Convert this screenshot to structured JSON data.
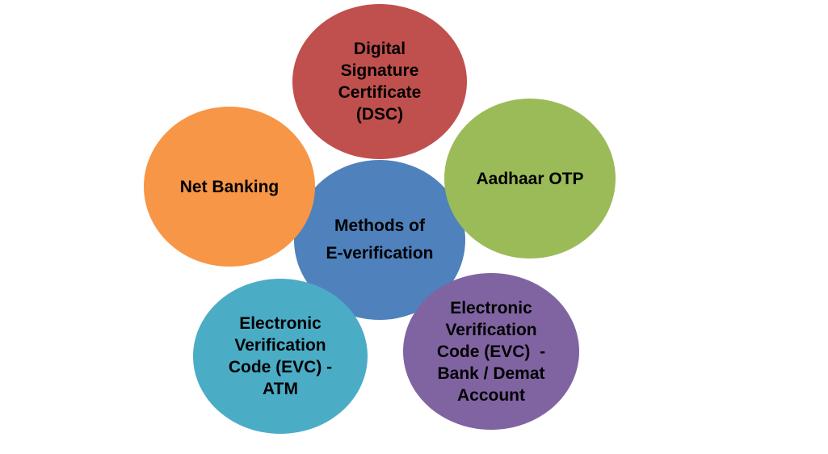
{
  "diagram": {
    "background_color": "#FFFFFF",
    "text_color": "#000000",
    "center_node": {
      "id": "methods-of-e-verification",
      "lines": [
        "Methods of",
        "E-verification"
      ],
      "color": "#4F81BD"
    },
    "nodes": [
      {
        "id": "digital-signature-certificate",
        "lines": [
          "Digital",
          "Signature",
          "Certificate",
          "(DSC)"
        ],
        "color": "#C0504D",
        "position": "top"
      },
      {
        "id": "net-banking",
        "lines": [
          "Net Banking"
        ],
        "color": "#F79646",
        "position": "left"
      },
      {
        "id": "aadhaar-otp",
        "lines": [
          "Aadhaar OTP"
        ],
        "color": "#9BBB59",
        "position": "right"
      },
      {
        "id": "evc-atm",
        "lines": [
          "Electronic",
          "Verification",
          "Code (EVC) -",
          "ATM"
        ],
        "color": "#4BACC6",
        "position": "bottom-left"
      },
      {
        "id": "evc-bank-demat-account",
        "lines": [
          "Electronic",
          "Verification",
          "Code (EVC)  -",
          "Bank / Demat",
          "Account"
        ],
        "color": "#8064A2",
        "position": "bottom-right"
      }
    ]
  }
}
